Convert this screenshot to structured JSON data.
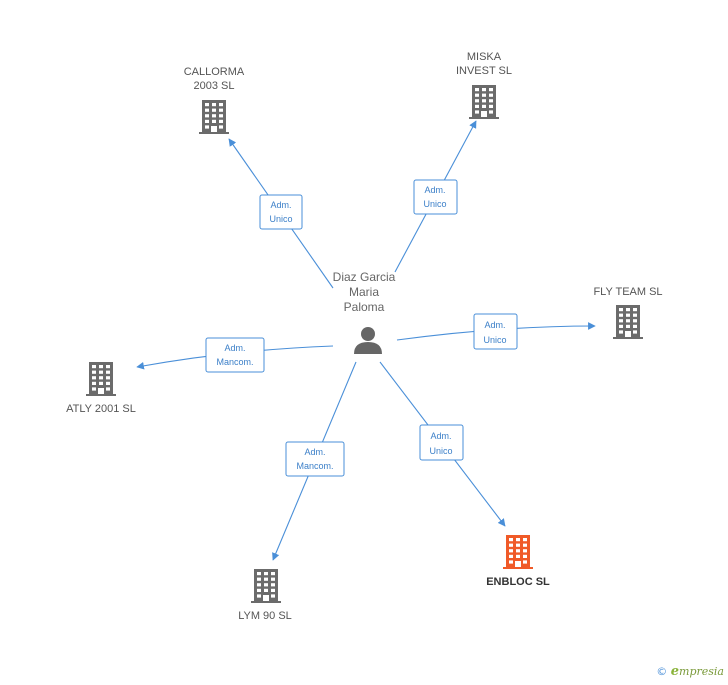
{
  "center": {
    "name_lines": [
      "Diaz Garcia",
      "Maria",
      "Paloma"
    ]
  },
  "companies": {
    "callorma": {
      "label_lines": [
        "CALLORMA",
        "2003 SL"
      ],
      "color": "#6b6b6b"
    },
    "miska": {
      "label_lines": [
        "MISKA",
        "INVEST  SL"
      ],
      "color": "#6b6b6b"
    },
    "flyteam": {
      "label_lines": [
        "FLY TEAM SL"
      ],
      "color": "#6b6b6b"
    },
    "atly": {
      "label_lines": [
        "ATLY 2001 SL"
      ],
      "color": "#6b6b6b"
    },
    "lym": {
      "label_lines": [
        "LYM 90 SL"
      ],
      "color": "#6b6b6b"
    },
    "enbloc": {
      "label_lines": [
        "ENBLOC SL"
      ],
      "color": "#f05a28"
    }
  },
  "roles": {
    "callorma": [
      "Adm.",
      "Unico"
    ],
    "miska": [
      "Adm.",
      "Unico"
    ],
    "flyteam": [
      "Adm.",
      "Unico"
    ],
    "atly": [
      "Adm.",
      "Mancom."
    ],
    "lym": [
      "Adm.",
      "Mancom."
    ],
    "enbloc": [
      "Adm.",
      "Unico"
    ]
  },
  "footer": {
    "copyright": "©",
    "brand_initial": "e",
    "brand_rest": "mpresia"
  },
  "colors": {
    "edge": "#4a8fd8",
    "building": "#6b6b6b",
    "focus": "#f05a28",
    "person": "#666666"
  }
}
